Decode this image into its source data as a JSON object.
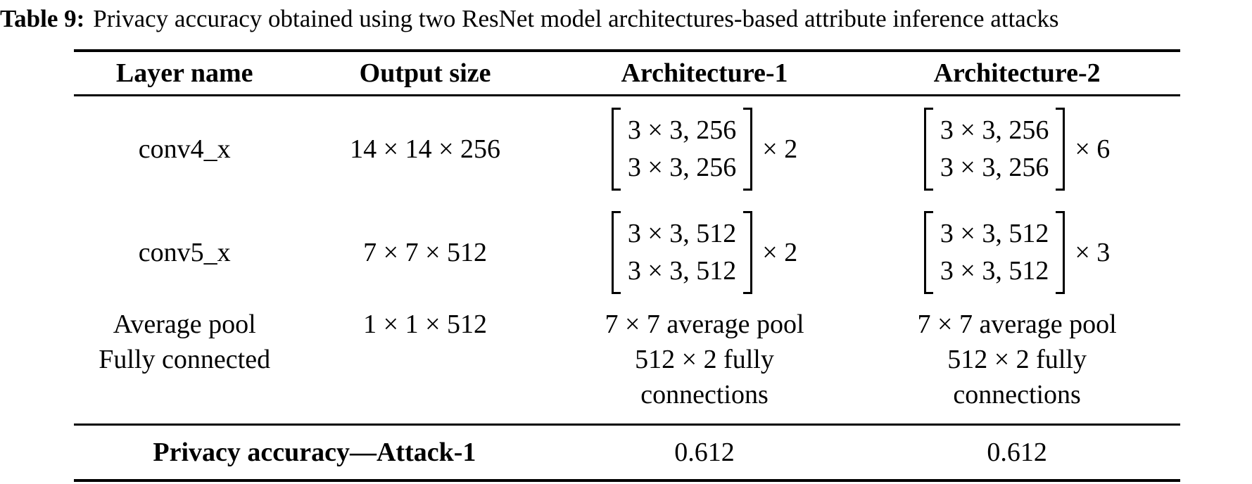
{
  "title": {
    "label": "Table 9:",
    "text": "Privacy accuracy obtained using two ResNet model architectures-based attribute inference attacks"
  },
  "table": {
    "headers": {
      "layer": "Layer name",
      "output": "Output size",
      "arch1": "Architecture-1",
      "arch2": "Architecture-2"
    },
    "rows": [
      {
        "layer": "conv4_x",
        "output": "14 × 14 × 256",
        "arch1": {
          "matrix": [
            "3 × 3, 256",
            "3 × 3, 256"
          ],
          "multiplier": "× 2"
        },
        "arch2": {
          "matrix": [
            "3 × 3, 256",
            "3 × 3, 256"
          ],
          "multiplier": "× 6"
        }
      },
      {
        "layer": "conv5_x",
        "output": "7 × 7 × 512",
        "arch1": {
          "matrix": [
            "3 × 3, 512",
            "3 × 3, 512"
          ],
          "multiplier": "× 2"
        },
        "arch2": {
          "matrix": [
            "3 × 3, 512",
            "3 × 3, 512"
          ],
          "multiplier": "× 3"
        }
      },
      {
        "layer_lines": [
          "Average pool",
          "Fully connected"
        ],
        "output": "1 × 1 × 512",
        "arch1_lines": [
          "7 × 7 average pool",
          "512 × 2 fully",
          "connections"
        ],
        "arch2_lines": [
          "7 × 7 average pool",
          "512 × 2 fully",
          "connections"
        ]
      }
    ],
    "footer": {
      "label": "Privacy accuracy—Attack-1",
      "arch1": "0.612",
      "arch2": "0.612"
    }
  }
}
